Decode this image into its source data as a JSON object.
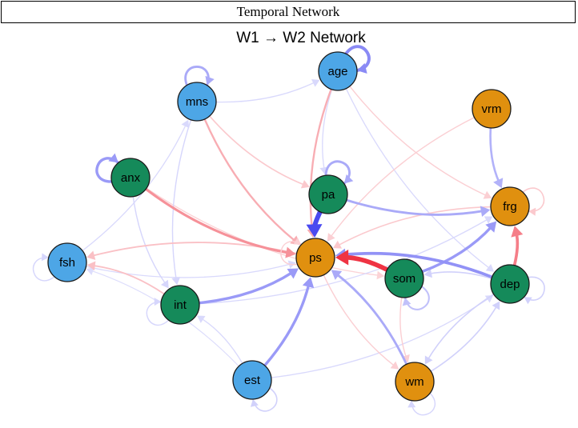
{
  "header": {
    "title": "Temporal Network"
  },
  "graph": {
    "title": "W1 → W2 Network",
    "colors": {
      "blue": "#4da6e6",
      "green": "#158a5a",
      "orange": "#e0900f",
      "positive": "#4a4af0",
      "negative": "#ee2a3a"
    },
    "nodes": [
      {
        "id": "age",
        "label": "age",
        "group": "blue"
      },
      {
        "id": "mns",
        "label": "mns",
        "group": "blue"
      },
      {
        "id": "vrm",
        "label": "vrm",
        "group": "orange"
      },
      {
        "id": "anx",
        "label": "anx",
        "group": "green"
      },
      {
        "id": "pa",
        "label": "pa",
        "group": "green"
      },
      {
        "id": "frg",
        "label": "frg",
        "group": "orange"
      },
      {
        "id": "fsh",
        "label": "fsh",
        "group": "blue"
      },
      {
        "id": "ps",
        "label": "ps",
        "group": "orange"
      },
      {
        "id": "som",
        "label": "som",
        "group": "green"
      },
      {
        "id": "dep",
        "label": "dep",
        "group": "green"
      },
      {
        "id": "int",
        "label": "int",
        "group": "green"
      },
      {
        "id": "est",
        "label": "est",
        "group": "blue"
      },
      {
        "id": "wm",
        "label": "wm",
        "group": "orange"
      }
    ],
    "edges": [
      {
        "from": "pa",
        "to": "ps",
        "sign": "positive",
        "strength": 1.0
      },
      {
        "from": "som",
        "to": "ps",
        "sign": "negative",
        "strength": 0.95
      },
      {
        "from": "dep",
        "to": "ps",
        "sign": "positive",
        "strength": 0.55
      },
      {
        "from": "anx",
        "to": "ps",
        "sign": "negative",
        "strength": 0.45
      },
      {
        "from": "int",
        "to": "ps",
        "sign": "positive",
        "strength": 0.5
      },
      {
        "from": "est",
        "to": "ps",
        "sign": "positive",
        "strength": 0.5
      },
      {
        "from": "mns",
        "to": "ps",
        "sign": "negative",
        "strength": 0.3
      },
      {
        "from": "age",
        "to": "ps",
        "sign": "negative",
        "strength": 0.3
      },
      {
        "from": "som",
        "to": "frg",
        "sign": "positive",
        "strength": 0.5
      },
      {
        "from": "pa",
        "to": "frg",
        "sign": "positive",
        "strength": 0.4
      },
      {
        "from": "dep",
        "to": "frg",
        "sign": "negative",
        "strength": 0.55
      },
      {
        "from": "vrm",
        "to": "frg",
        "sign": "positive",
        "strength": 0.35
      },
      {
        "from": "wm",
        "to": "ps",
        "sign": "positive",
        "strength": 0.4
      },
      {
        "from": "int",
        "to": "fsh",
        "sign": "negative",
        "strength": 0.2
      },
      {
        "from": "ps",
        "to": "fsh",
        "sign": "negative",
        "strength": 0.2
      },
      {
        "from": "mns",
        "to": "int",
        "sign": "positive",
        "strength": 0.12
      },
      {
        "from": "anx",
        "to": "int",
        "sign": "positive",
        "strength": 0.12
      },
      {
        "from": "age",
        "to": "frg",
        "sign": "negative",
        "strength": 0.12
      },
      {
        "from": "ps",
        "to": "wm",
        "sign": "negative",
        "strength": 0.12
      },
      {
        "from": "dep",
        "to": "wm",
        "sign": "positive",
        "strength": 0.15
      },
      {
        "from": "dep",
        "to": "som",
        "sign": "positive",
        "strength": 0.15
      },
      {
        "from": "frg",
        "to": "ps",
        "sign": "negative",
        "strength": 0.15
      },
      {
        "from": "mns",
        "to": "pa",
        "sign": "negative",
        "strength": 0.15
      },
      {
        "from": "fsh",
        "to": "mns",
        "sign": "positive",
        "strength": 0.1
      },
      {
        "from": "est",
        "to": "int",
        "sign": "positive",
        "strength": 0.1
      },
      {
        "from": "fsh",
        "to": "ps",
        "sign": "positive",
        "strength": 0.1
      },
      {
        "from": "est",
        "to": "dep",
        "sign": "positive",
        "strength": 0.1
      },
      {
        "from": "vrm",
        "to": "ps",
        "sign": "negative",
        "strength": 0.12
      },
      {
        "from": "age",
        "to": "dep",
        "sign": "positive",
        "strength": 0.1
      },
      {
        "from": "anx",
        "to": "som",
        "sign": "negative",
        "strength": 0.1
      },
      {
        "from": "int",
        "to": "frg",
        "sign": "positive",
        "strength": 0.1
      },
      {
        "from": "wm",
        "to": "dep",
        "sign": "positive",
        "strength": 0.15
      },
      {
        "from": "age",
        "to": "pa",
        "sign": "positive",
        "strength": 0.1
      },
      {
        "from": "mns",
        "to": "age",
        "sign": "positive",
        "strength": 0.1
      },
      {
        "from": "est",
        "to": "fsh",
        "sign": "positive",
        "strength": 0.08
      },
      {
        "from": "som",
        "to": "wm",
        "sign": "negative",
        "strength": 0.12
      }
    ],
    "self_loops": [
      {
        "node": "age",
        "sign": "positive",
        "strength": 0.6
      },
      {
        "node": "mns",
        "sign": "positive",
        "strength": 0.4
      },
      {
        "node": "anx",
        "sign": "positive",
        "strength": 0.5
      },
      {
        "node": "pa",
        "sign": "positive",
        "strength": 0.4
      },
      {
        "node": "frg",
        "sign": "negative",
        "strength": 0.15
      },
      {
        "node": "fsh",
        "sign": "positive",
        "strength": 0.12
      },
      {
        "node": "int",
        "sign": "positive",
        "strength": 0.12
      },
      {
        "node": "ps",
        "sign": "negative",
        "strength": 0.12
      },
      {
        "node": "som",
        "sign": "positive",
        "strength": 0.25
      },
      {
        "node": "dep",
        "sign": "positive",
        "strength": 0.15
      },
      {
        "node": "est",
        "sign": "positive",
        "strength": 0.15
      },
      {
        "node": "wm",
        "sign": "positive",
        "strength": 0.12
      }
    ]
  }
}
